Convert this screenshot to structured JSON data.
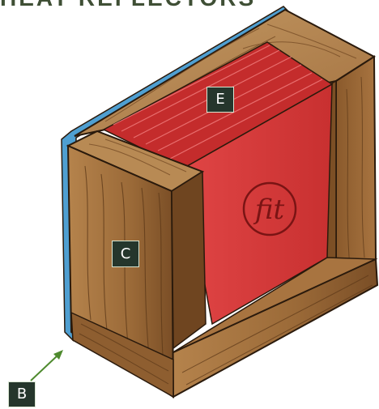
{
  "heading_fragment": "HEAT REFLECTORS",
  "labels": {
    "e": "E",
    "c": "C",
    "b": "B"
  },
  "logo_text": "fit",
  "colors": {
    "wood": "#9b6a38",
    "wood_dark": "#6f4520",
    "wood_light": "#c09058",
    "insulation": "#d83a3a",
    "insulation_dark": "#b52a2a",
    "blue_edge": "#4f9fd1",
    "callout_bg": "#25362c",
    "arrow": "#4e8a2e",
    "outline": "#2a1a0c"
  }
}
